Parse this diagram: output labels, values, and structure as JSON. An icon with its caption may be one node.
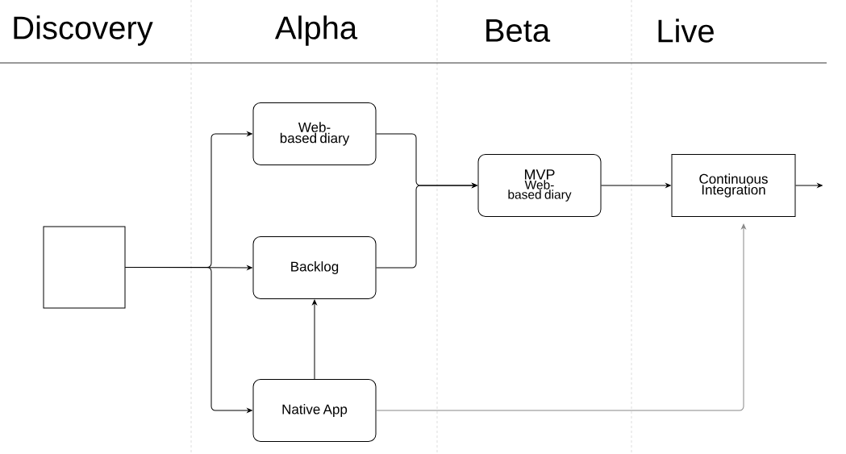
{
  "diagram": {
    "nodes": [
      {
        "text": [],
        "shape": "box"
      },
      {
        "text": [
          "Web-based diary"
        ]
      },
      {
        "text": [
          "Backlog"
        ]
      },
      {
        "text": [
          "Native App"
        ]
      },
      {
        "text": [
          "MVP",
          "Web-based diary"
        ]
      },
      {
        "text": [
          "Continuous Integration"
        ]
      }
    ],
    "edges": [
      {
        "from": 0,
        "to": 1,
        "arrow": "to"
      },
      {
        "from": 0,
        "to": 2,
        "arrow": "to"
      },
      {
        "from": 0,
        "to": 3,
        "arrow": "to"
      },
      {
        "from": 3,
        "to": 2,
        "arrow": "to"
      },
      {
        "from": 1,
        "to": 4,
        "arrow": "to"
      },
      {
        "from": 2,
        "to": 4,
        "arrow": "to"
      },
      {
        "from": 4,
        "to": 5,
        "arrow": "to"
      },
      {
        "from": 5,
        "to": null,
        "arrow": "to"
      },
      {
        "from": 3,
        "to": 5,
        "arrow": "to",
        "color": "#888888"
      }
    ],
    "labels": [
      "Discovery",
      "Alpha",
      "Beta",
      "Live"
    ]
  }
}
